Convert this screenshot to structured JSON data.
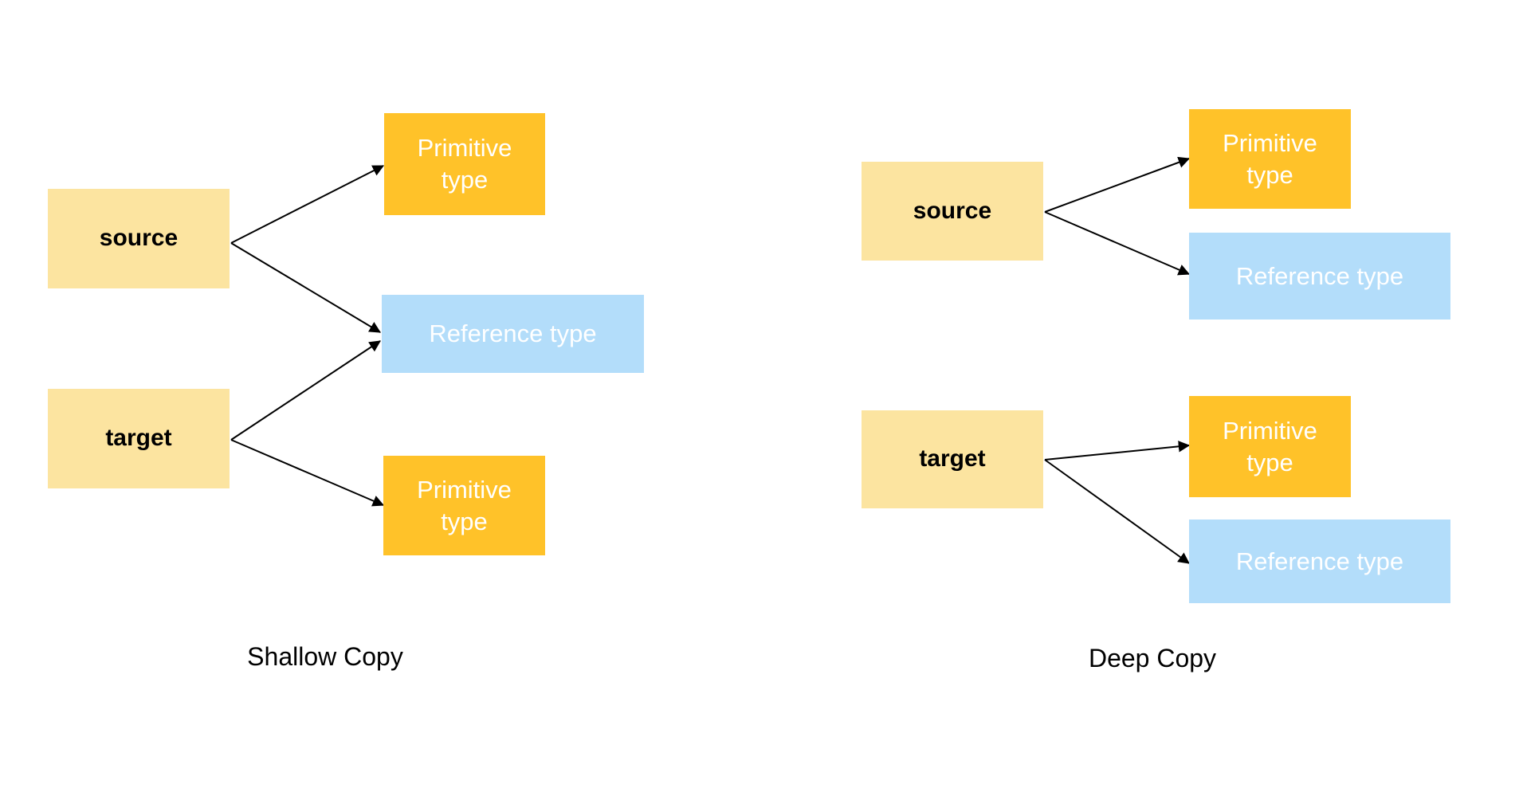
{
  "diagram": {
    "title_hidden": "",
    "background_color": "#FFFFFF",
    "colors": {
      "variable_box": "#FCE4A0",
      "primitive_box": "#FFC229",
      "reference_box": "#B3DDFA",
      "arrow": "#000000",
      "variable_text": "#000000",
      "box_text": "#FFFFFF",
      "caption_text": "#000000"
    },
    "panels": [
      {
        "id": "shallow",
        "caption": "Shallow Copy",
        "nodes": {
          "source": "source",
          "target": "target",
          "primitive_top_line1": "Primitive",
          "primitive_top_line2": "type",
          "reference_shared": "Reference type",
          "primitive_bottom_line1": "Primitive",
          "primitive_bottom_line2": "type"
        },
        "edges": [
          {
            "from": "source",
            "to": "primitive-top"
          },
          {
            "from": "source",
            "to": "reference-shared"
          },
          {
            "from": "target",
            "to": "reference-shared"
          },
          {
            "from": "target",
            "to": "primitive-bottom"
          }
        ]
      },
      {
        "id": "deep",
        "caption": "Deep Copy",
        "nodes": {
          "source": "source",
          "target": "target",
          "source_primitive_line1": "Primitive",
          "source_primitive_line2": "type",
          "source_reference": "Reference type",
          "target_primitive_line1": "Primitive",
          "target_primitive_line2": "type",
          "target_reference": "Reference type"
        },
        "edges": [
          {
            "from": "source",
            "to": "source-primitive"
          },
          {
            "from": "source",
            "to": "source-reference"
          },
          {
            "from": "target",
            "to": "target-primitive"
          },
          {
            "from": "target",
            "to": "target-reference"
          }
        ]
      }
    ]
  }
}
